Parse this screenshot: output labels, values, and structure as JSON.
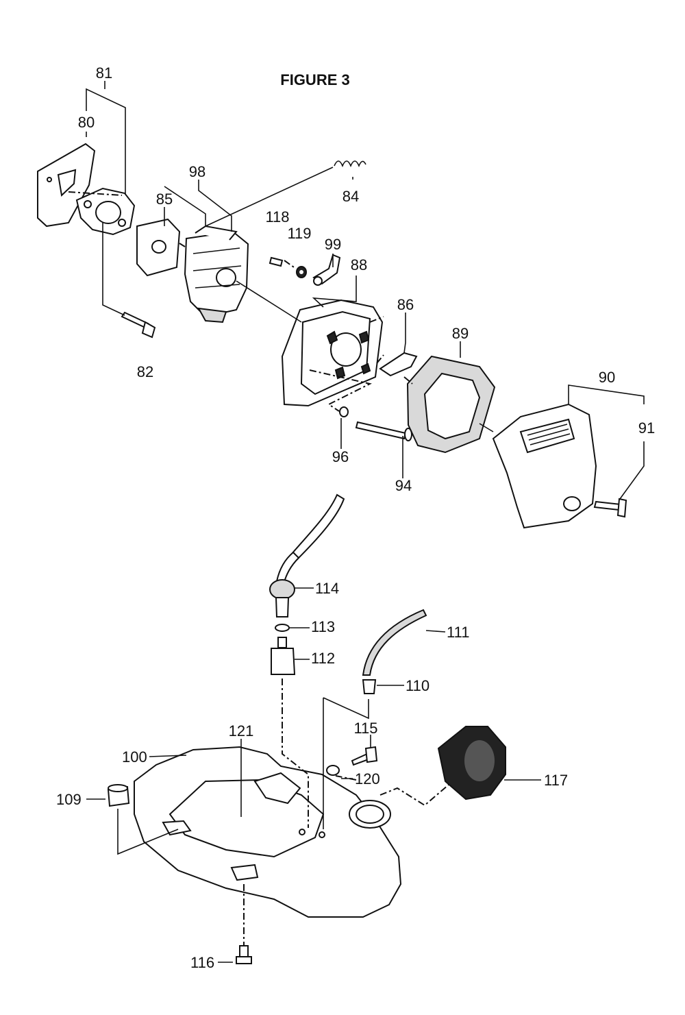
{
  "figure_title": "FIGURE 3",
  "callouts": {
    "p80": "80",
    "p81": "81",
    "p82": "82",
    "p84": "84",
    "p85": "85",
    "p86": "86",
    "p88": "88",
    "p89": "89",
    "p90": "90",
    "p91": "91",
    "p94": "94",
    "p96": "96",
    "p98": "98",
    "p99": "99",
    "p100": "100",
    "p109": "109",
    "p110": "110",
    "p111": "111",
    "p112": "112",
    "p113": "113",
    "p114": "114",
    "p115": "115",
    "p116": "116",
    "p117": "117",
    "p118": "118",
    "p119": "119",
    "p120": "120",
    "p121": "121"
  }
}
